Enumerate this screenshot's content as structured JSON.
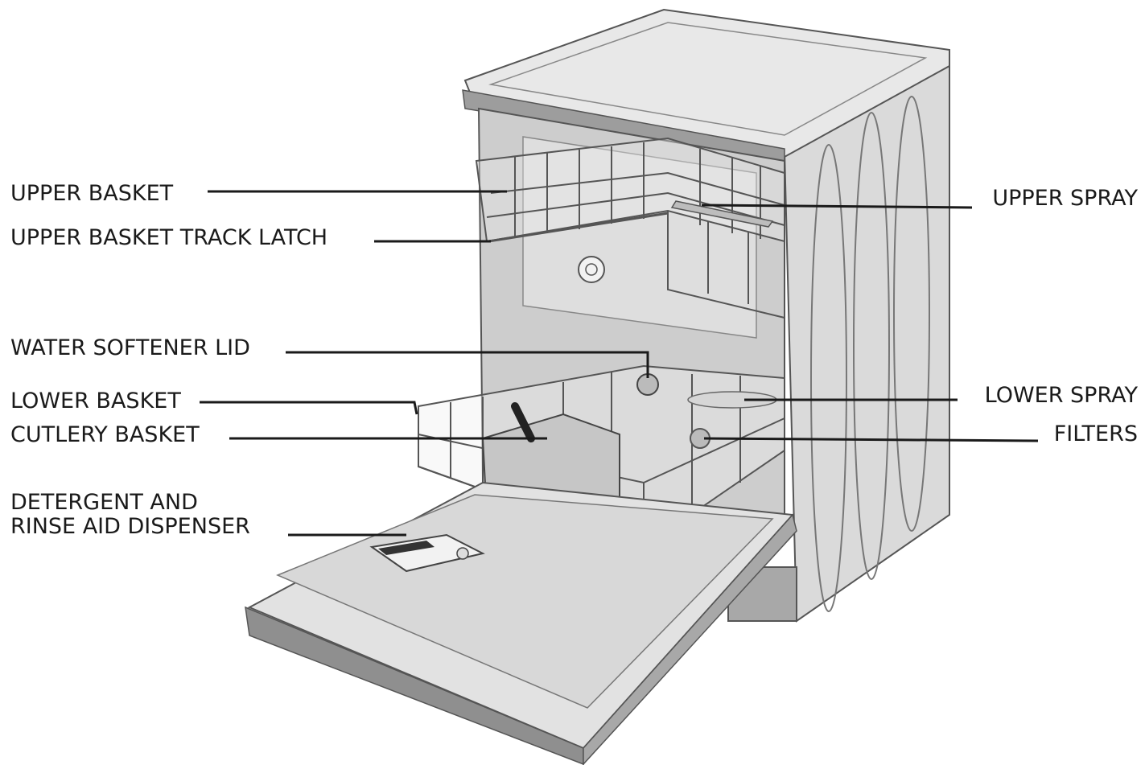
{
  "labels": {
    "upper_basket": "UPPER BASKET",
    "upper_basket_track_latch": "UPPER BASKET TRACK LATCH",
    "water_softener_lid": "WATER SOFTENER LID",
    "lower_basket": "LOWER BASKET",
    "cutlery_basket": "CUTLERY BASKET",
    "detergent_line1": "DETERGENT AND",
    "detergent_line2": "RINSE AID DISPENSER",
    "upper_spray": "UPPER SPRAY",
    "lower_spray": "LOWER SPRAY",
    "filters": "FILTERS"
  },
  "colors": {
    "line": "#1a1a1a",
    "body_light": "#e4e4e4",
    "body_mid": "#cfcfcf",
    "body_dark": "#9a9a9a",
    "outline": "#555555"
  }
}
